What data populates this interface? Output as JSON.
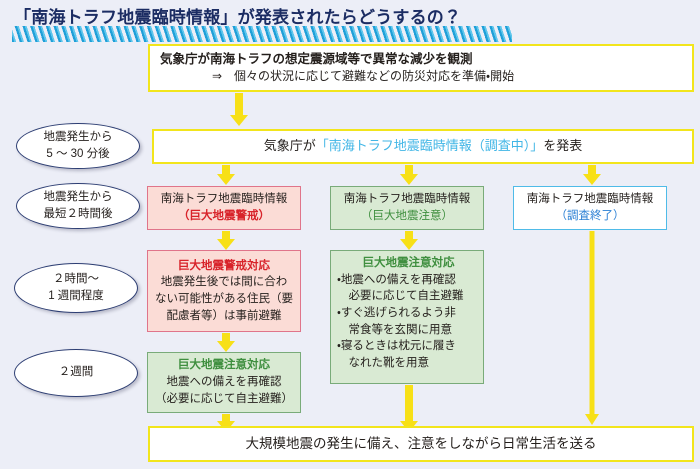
{
  "title": {
    "text": "「南海トラフ地震臨時情報」が発表されたらどうするの？",
    "color": "#1b2c63",
    "underline_color": "#1f9fd8"
  },
  "colors": {
    "background": "#eceef7",
    "yellow": "#f2e51c",
    "arrow_yellow": "#f7e017",
    "pink_fill": "#fbdcd6",
    "pink_border": "#e0748a",
    "green_fill": "#d9ead3",
    "green_border": "#79ab79",
    "blue_border": "#4fbbe8",
    "red_text": "#d8232a",
    "green_text": "#3f8f3f",
    "blue_text": "#2a7fd4",
    "light_blue_text": "#41b6e6",
    "ellipse_border": "#2d3e73"
  },
  "header_box": {
    "line1": "気象庁が南海トラフの想定震源域等で異常な減少を観測",
    "line2": "⇒　個々の状況に応じて避難などの防災対応を準備・開始"
  },
  "timeline": [
    {
      "id": "t1",
      "line1": "地震発生から",
      "line2": "5 ～ 30 分後"
    },
    {
      "id": "t2",
      "line1": "地震発生から",
      "line2": "最短２時間後"
    },
    {
      "id": "t3",
      "line1": "２時間～",
      "line2": "1 週間程度"
    },
    {
      "id": "t4",
      "line1": "２週間",
      "line2": ""
    }
  ],
  "announce_box": {
    "pre": "気象庁が",
    "highlight": "「南海トラフ地震臨時情報（調査中）」",
    "post": "を発表"
  },
  "columns": {
    "alert": {
      "info_box": {
        "line1": "南海トラフ地震臨時情報",
        "line2": "（巨大地震警戒）"
      },
      "action_box": {
        "heading": "巨大地震警戒対応",
        "line1": "地震発生後では間に合わ",
        "line2": "ない可能性がある住民（要",
        "line3": "配慮者等）は事前避難"
      },
      "followup_box": {
        "heading": "巨大地震注意対応",
        "line1": "地震への備えを再確認",
        "line2": "（必要に応じて自主避難）"
      }
    },
    "caution": {
      "info_box": {
        "line1": "南海トラフ地震臨時情報",
        "line2": "（巨大地震注意）"
      },
      "action_box": {
        "heading": "巨大地震注意対応",
        "bullets": [
          {
            "l1": "・地震への備えを再確認",
            "l2": "　必要に応じて自主避難"
          },
          {
            "l1": "・すぐ逃げられるよう非",
            "l2": "　常食等を玄関に用意"
          },
          {
            "l1": "・寝るときは枕元に履き",
            "l2": "　なれた靴を用意"
          }
        ]
      }
    },
    "end": {
      "info_box": {
        "line1": "南海トラフ地震臨時情報",
        "line2": "（調査終了）"
      }
    }
  },
  "footer_box": {
    "text": "大規模地震の発生に備え、注意をしながら日常生活を送る"
  }
}
